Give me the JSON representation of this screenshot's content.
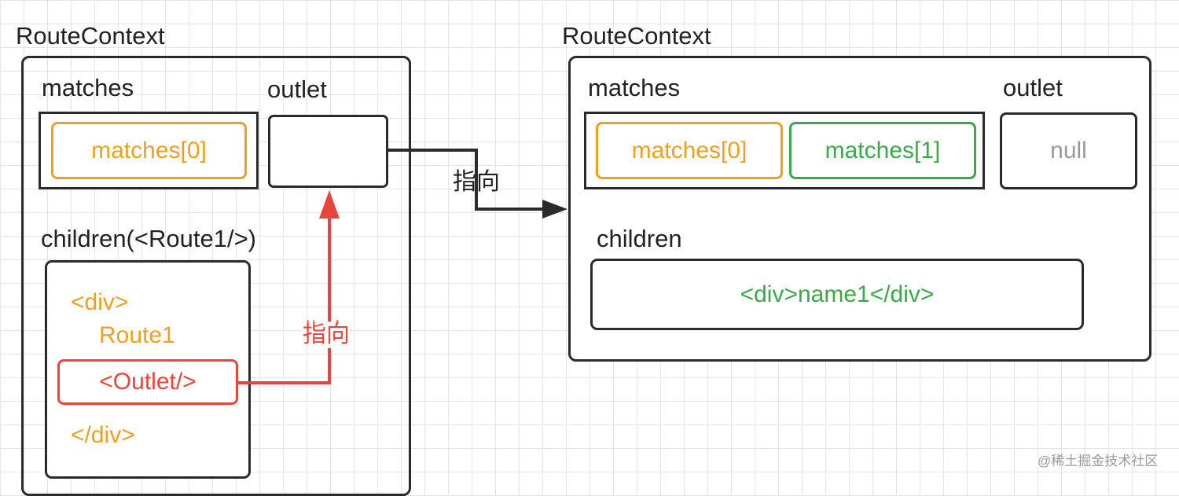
{
  "left": {
    "title": "RouteContext",
    "matches_label": "matches",
    "outlet_label": "outlet",
    "match0": "matches[0]",
    "children_label": "children(<Route1/>)",
    "code": {
      "div_open": "<div>",
      "route": "Route1",
      "outlet": "<Outlet/>",
      "div_close": "</div>"
    },
    "arrow_label": "指向"
  },
  "connector_label": "指向",
  "right": {
    "title": "RouteContext",
    "matches_label": "matches",
    "outlet_label": "outlet",
    "match0": "matches[0]",
    "match1": "matches[1]",
    "outlet_value": "null",
    "children_label": "children",
    "children_content": "<div>name1</div>"
  },
  "watermark": "@稀土掘金技术社区",
  "colors": {
    "border": "#2b2b2b",
    "orange": "#f0a020",
    "green": "#3aaa48",
    "red": "#e8453c",
    "grey": "#9a9a9a"
  }
}
